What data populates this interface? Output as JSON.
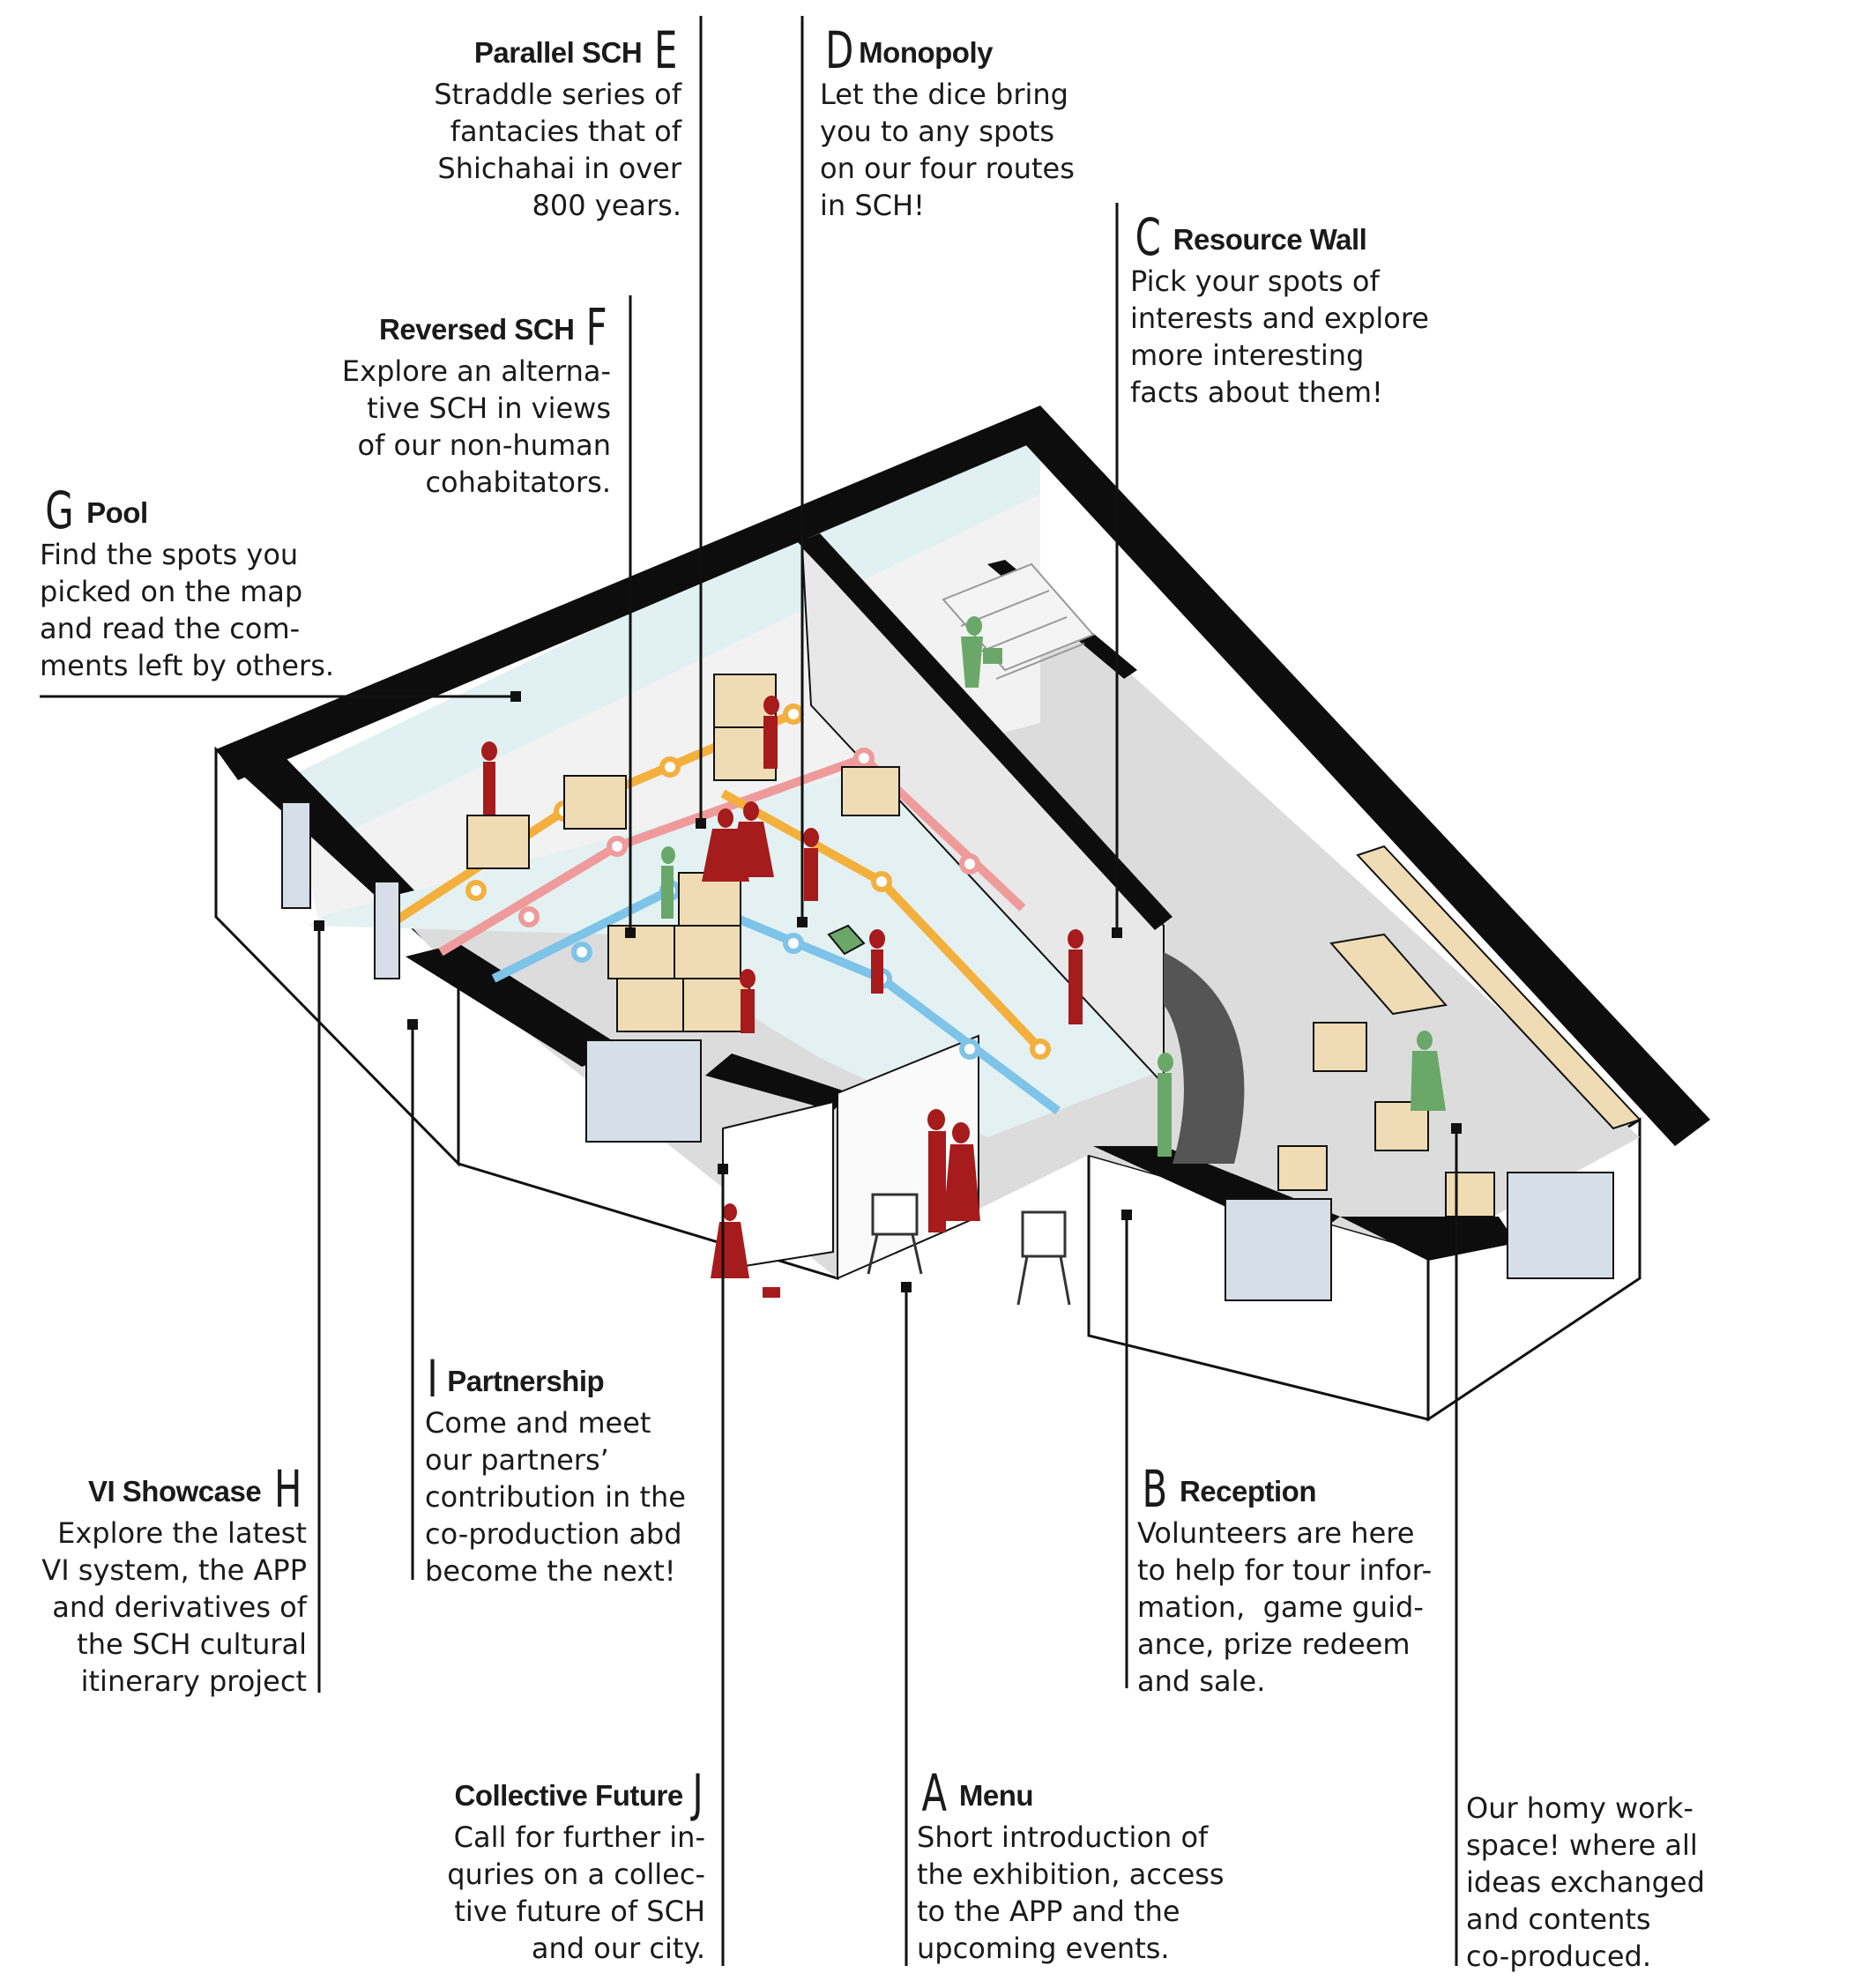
{
  "colors": {
    "wall": "#0d0d0d",
    "figure_red": "#a61b1b",
    "figure_green": "#6aa86a",
    "box": "#f0dcb4",
    "floor_map": "#dfeef0",
    "route_orange": "#f3b03d",
    "route_pink": "#ef9b9b",
    "route_blue": "#7ec3e8"
  },
  "callouts": {
    "E": {
      "letter": "E",
      "title": "Parallel SCH",
      "body": "Straddle series of\nfantacies that of\nShichahai in over\n800 years."
    },
    "D": {
      "letter": "D",
      "title": "Monopoly",
      "body": "Let the dice bring\nyou to any spots\non our four routes\nin SCH!"
    },
    "C": {
      "letter": "C",
      "title": "Resource Wall",
      "body": "Pick your spots of\ninterests and explore\nmore interesting\nfacts about them!"
    },
    "F": {
      "letter": "F",
      "title": "Reversed SCH",
      "body": "Explore an alterna-\ntive SCH in views\nof our non-human\ncohabitators."
    },
    "G": {
      "letter": "G",
      "title": "Pool",
      "body": "Find the spots you\npicked on the map\nand read the com-\nments left by others."
    },
    "I": {
      "letter": "I",
      "title": "Partnership",
      "body": "Come and meet\nour partners’\ncontribution in the\nco-production abd\nbecome the next!"
    },
    "H": {
      "letter": "H",
      "title": "VI Showcase",
      "body": "Explore the latest\nVI system, the APP\nand derivatives of\nthe SCH cultural\nitinerary project"
    },
    "B": {
      "letter": "B",
      "title": "Reception",
      "body": "Volunteers are here\nto help for tour infor-\nmation,  game guid-\nance, prize redeem\nand sale."
    },
    "J": {
      "letter": "J",
      "title": "Collective Future",
      "body": "Call for further in-\nquries on a collec-\ntive future of SCH\nand our city."
    },
    "A": {
      "letter": "A",
      "title": "Menu",
      "body": "Short introduction of\nthe exhibition, access\nto the APP and the\nupcoming events."
    },
    "workspace": {
      "body": "Our homy work-\nspace! where all\nideas exchanged\nand contents\nco-produced."
    }
  }
}
